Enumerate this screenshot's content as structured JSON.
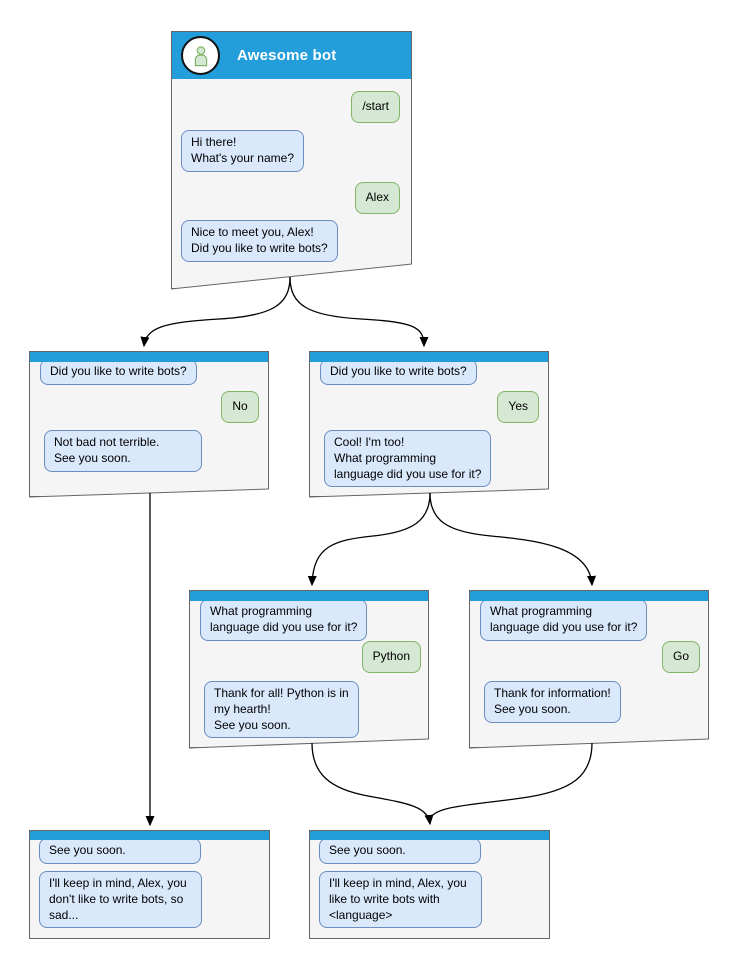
{
  "colors": {
    "titlebar_blue": "#239EDB",
    "window_background": "#F5F5F5",
    "window_border": "#666666",
    "bot_bubble_fill": "#DAE8FC",
    "bot_bubble_border": "#6C8EBF",
    "user_bubble_fill": "#D5E8D4",
    "user_bubble_border": "#82B366",
    "arrow_color": "#000000"
  },
  "windows": {
    "root": {
      "title": "Awesome bot",
      "messages": [
        {
          "from": "user",
          "text": "/start"
        },
        {
          "from": "bot",
          "text": "Hi there!\nWhat's your name?"
        },
        {
          "from": "user",
          "text": "Alex"
        },
        {
          "from": "bot",
          "text": "Nice to meet you, Alex!\nDid you like to write bots?"
        }
      ]
    },
    "branch_no": {
      "messages": [
        {
          "from": "bot",
          "text": "Did you like to write bots?"
        },
        {
          "from": "user",
          "text": "No"
        },
        {
          "from": "bot",
          "text": "Not bad not terrible.\nSee you soon."
        }
      ]
    },
    "branch_yes": {
      "messages": [
        {
          "from": "bot",
          "text": "Did you like to write bots?"
        },
        {
          "from": "user",
          "text": "Yes"
        },
        {
          "from": "bot",
          "text": "Cool! I'm too!\nWhat programming\nlanguage did you use for it?"
        }
      ]
    },
    "branch_python": {
      "messages": [
        {
          "from": "bot",
          "text": "What programming\nlanguage did you use for it?"
        },
        {
          "from": "user",
          "text": "Python"
        },
        {
          "from": "bot",
          "text": "Thank for all! Python is in\nmy hearth!\nSee you soon."
        }
      ]
    },
    "branch_go": {
      "messages": [
        {
          "from": "bot",
          "text": "What programming\nlanguage did you use for it?"
        },
        {
          "from": "user",
          "text": "Go"
        },
        {
          "from": "bot",
          "text": "Thank for information!\nSee you soon."
        }
      ]
    },
    "end_no": {
      "messages": [
        {
          "from": "bot",
          "text": "See you soon."
        },
        {
          "from": "bot",
          "text": "I'll keep in mind, Alex, you\ndon't like to write bots, so\nsad..."
        }
      ]
    },
    "end_yes": {
      "messages": [
        {
          "from": "bot",
          "text": "See you soon."
        },
        {
          "from": "bot",
          "text": "I'll keep in mind, Alex, you\nlike to write bots with\n<language>"
        }
      ]
    }
  }
}
